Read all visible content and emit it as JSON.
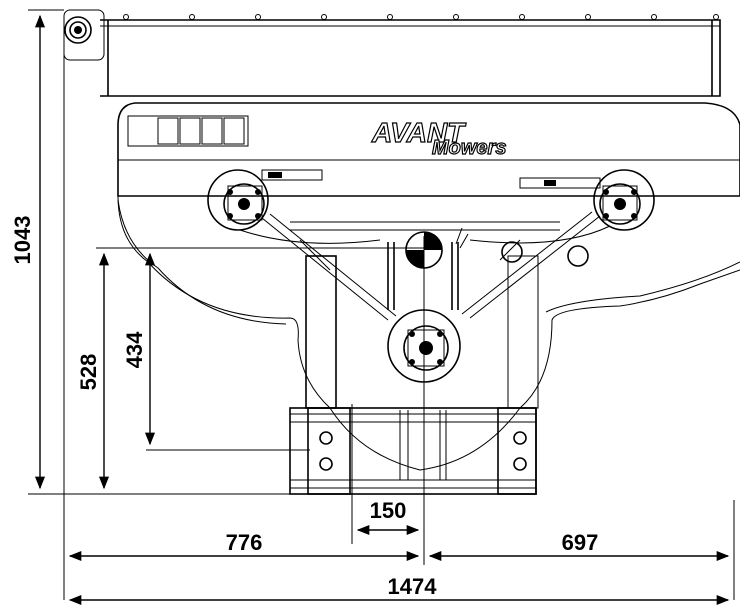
{
  "drawing": {
    "logo_main": "AVANT",
    "logo_sub": "Mowers",
    "dimensions": {
      "total_height": "1043",
      "lower_height": "528",
      "inner_height": "434",
      "offset": "150",
      "left_width": "776",
      "right_width": "697",
      "total_width": "1474"
    }
  }
}
